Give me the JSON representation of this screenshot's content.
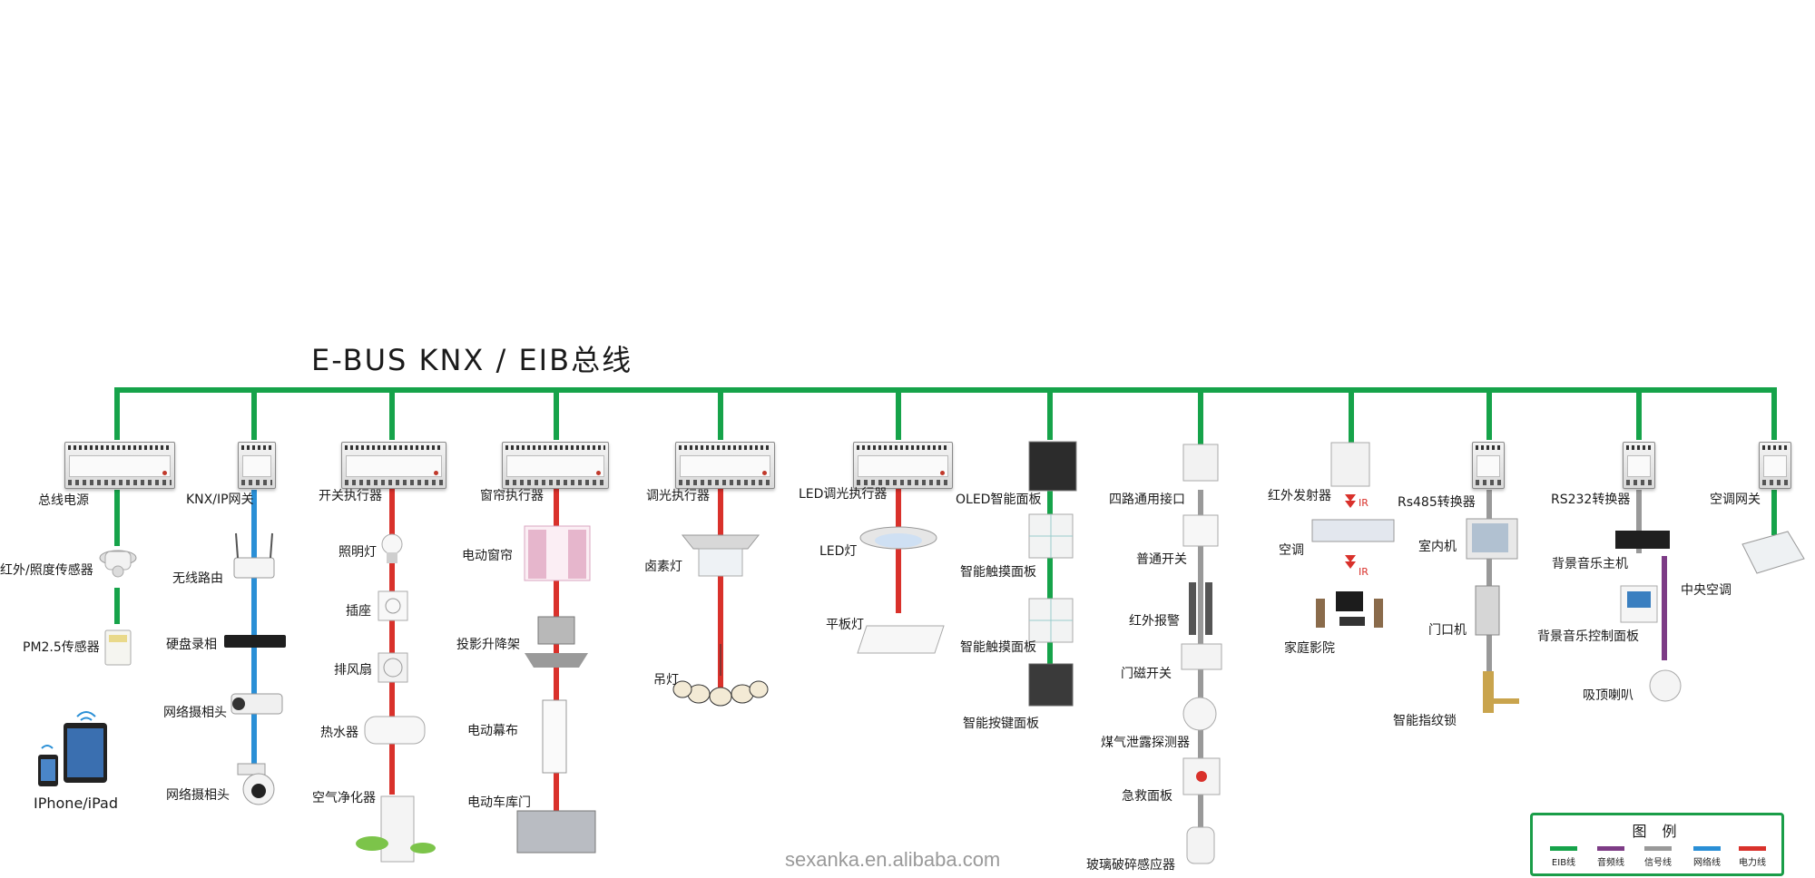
{
  "title": "E-BUS KNX / EIB总线",
  "footer": "sexanka.en.alibaba.com",
  "colors": {
    "eib": "#16a34a",
    "audio": "#7d3c86",
    "signal": "#999999",
    "network": "#2a8fd6",
    "power": "#d9312b"
  },
  "labels": {
    "zongxian_dianyuan": "总线电源",
    "hongwai_zhaodu": "红外/照度传感器",
    "pm25": "PM2.5传感器",
    "iphone": "IPhone/iPad",
    "knx_ip": "KNX/IP网关",
    "wuxian_luyou": "无线路由",
    "yingpan_luxiang": "硬盘录相",
    "wangluo_shexiang1": "网络摄相头",
    "wangluo_shexiang2": "网络摄相头",
    "kaiguan_zhixing": "开关执行器",
    "zhaoming_deng": "照明灯",
    "chazuo": "插座",
    "paifeng_shan": "排风扇",
    "reshui_qi": "热水器",
    "kongqi_jinghua": "空气净化器",
    "chuanglian_zhixing": "窗帘执行器",
    "diandong_chuanglian": "电动窗帘",
    "touying_shengjiang": "投影升降架",
    "diandong_mubu": "电动幕布",
    "diandong_cheku": "电动车库门",
    "tiaoguang_zhixing": "调光执行器",
    "lusu_deng": "卤素灯",
    "diao_deng": "吊灯",
    "led_tiaoguang": "LED调光执行器",
    "led_deng": "LED灯",
    "pingban_deng": "平板灯",
    "oled_mianban": "OLED智能面板",
    "chumo_mianban1": "智能触摸面板",
    "chumo_mianban2": "智能触摸面板",
    "anjian_mianban": "智能按键面板",
    "silu_jiekou": "四路通用接口",
    "putong_kaiguan": "普通开关",
    "hongwai_baojing": "红外报警",
    "menci_kaiguan": "门磁开关",
    "meiqi_tance": "煤气泄露探测器",
    "jijiu_mianban": "急救面板",
    "boli_posui": "玻璃破碎感应器",
    "hongwai_fashe": "红外发射器",
    "ir1": "IR",
    "kongtiao": "空调",
    "ir2": "IR",
    "jiating_yingyuan": "家庭影院",
    "rs485": "Rs485转换器",
    "shinei_ji": "室内机",
    "menkou_ji": "门口机",
    "zhiwen_suo": "智能指纹锁",
    "rs232": "RS232转换器",
    "beijing_yinyue_zhuji": "背景音乐主机",
    "beijing_yinyue_mianban": "背景音乐控制面板",
    "xiding_laba": "吸顶喇叭",
    "kongtiao_wangguan": "空调网关",
    "zhongyang_kongtiao": "中央空调"
  },
  "legend": {
    "title": "图 例",
    "items": [
      {
        "name": "EIB线",
        "color": "#16a34a"
      },
      {
        "name": "音频线",
        "color": "#7d3c86"
      },
      {
        "name": "信号线",
        "color": "#999999"
      },
      {
        "name": "网络线",
        "color": "#2a8fd6"
      },
      {
        "name": "电力线",
        "color": "#d9312b"
      }
    ]
  }
}
